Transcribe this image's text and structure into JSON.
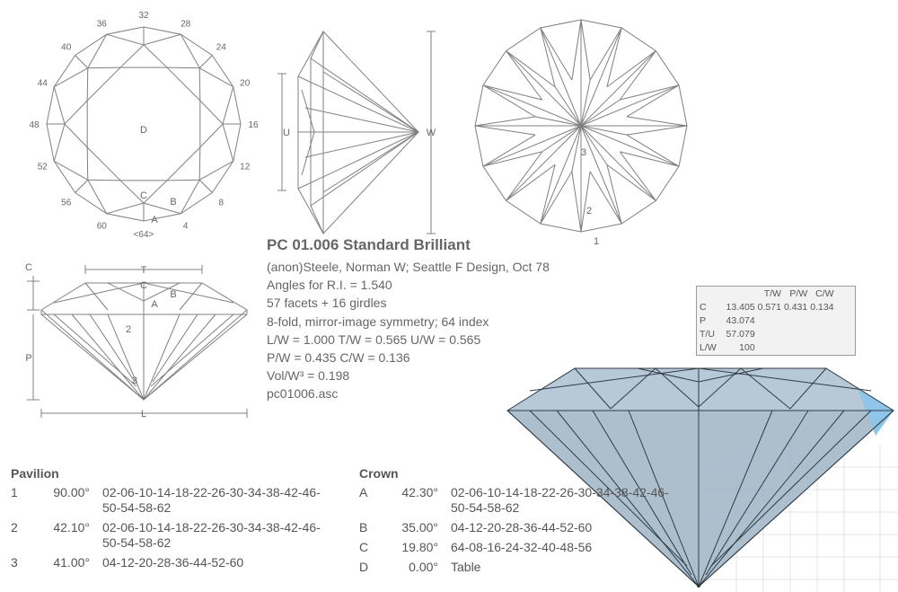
{
  "title": "PC 01.006 Standard Brilliant",
  "info": [
    "(anon)Steele, Norman W; Seattle F Design, Oct 78",
    "Angles for R.I. = 1.540",
    "57 facets + 16 girdles",
    "8-fold, mirror-image symmetry; 64 index",
    "L/W = 1.000 T/W = 0.565 U/W = 0.565",
    "P/W = 0.435 C/W = 0.136",
    "Vol/W³ = 0.198",
    "pc01006.asc"
  ],
  "top_view": {
    "index_labels": [
      "32",
      "28",
      "24",
      "20",
      "16",
      "12",
      "8",
      "4",
      "<64>",
      "60",
      "56",
      "52",
      "48",
      "44",
      "40",
      "36"
    ],
    "facet_labels": [
      "D",
      "C",
      "B",
      "A"
    ]
  },
  "side_view": {
    "labels": [
      "U",
      "W"
    ]
  },
  "pavilion_view": {
    "labels": [
      "3",
      "2",
      "1"
    ]
  },
  "profile_view": {
    "labels": [
      "C",
      "T",
      "C",
      "B",
      "A",
      "P",
      "2",
      "3",
      "L"
    ]
  },
  "pavilion": {
    "heading": "Pavilion",
    "rows": [
      {
        "num": "1",
        "angle": "90.00°",
        "indices": "02-06-10-14-18-22-26-30-34-38-42-46-50-54-58-62"
      },
      {
        "num": "2",
        "angle": "42.10°",
        "indices": "02-06-10-14-18-22-26-30-34-38-42-46-50-54-58-62"
      },
      {
        "num": "3",
        "angle": "41.00°",
        "indices": "04-12-20-28-36-44-52-60"
      }
    ]
  },
  "crown": {
    "heading": "Crown",
    "rows": [
      {
        "num": "A",
        "angle": "42.30°",
        "indices": "02-06-10-14-18-22-26-30-34-38-42-46-50-54-58-62"
      },
      {
        "num": "B",
        "angle": "35.00°",
        "indices": "04-12-20-28-36-44-52-60"
      },
      {
        "num": "C",
        "angle": "19.80°",
        "indices": "64-08-16-24-32-40-48-56"
      },
      {
        "num": "D",
        "angle": "0.00°",
        "indices": "Table"
      }
    ]
  },
  "stats": {
    "header": [
      "T/W",
      "P/W",
      "C/W"
    ],
    "rows": [
      {
        "label": "C",
        "value": "13.405",
        "cells": [
          "0.571",
          "0.431",
          "0.134"
        ]
      },
      {
        "label": "P",
        "value": "43.074",
        "cells": [
          "",
          "",
          ""
        ]
      },
      {
        "label": "T/U",
        "value": "57.079",
        "cells": [
          "",
          "",
          ""
        ]
      },
      {
        "label": "L/W",
        "value": "100",
        "cells": [
          "",
          "",
          ""
        ]
      }
    ]
  },
  "colors": {
    "line": "#808080",
    "text": "#666666",
    "gem_fill": "#9fb4c4",
    "gem_edge": "#2f3b47",
    "highlight": "#8ec5e8"
  }
}
